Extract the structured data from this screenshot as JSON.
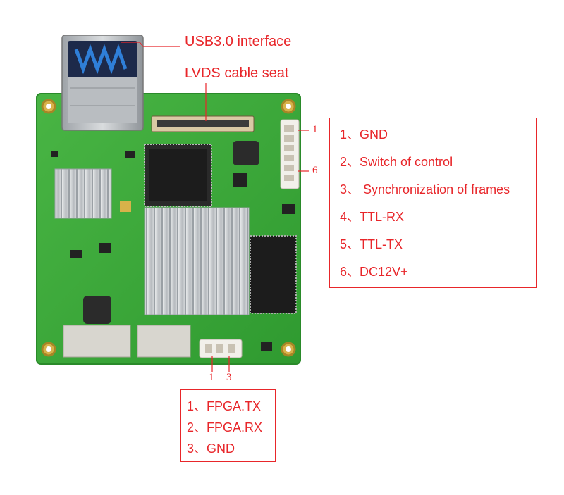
{
  "callouts": {
    "usb": "USB3.0 interface",
    "lvds": "LVDS cable seat"
  },
  "right_connector": {
    "pin_first": "1",
    "pin_last": "6",
    "pins": [
      "1、GND",
      "2、Switch of control",
      "3、 Synchronization of frames",
      "4、TTL-RX",
      "5、TTL-TX",
      "6、DC12V+"
    ]
  },
  "bottom_connector": {
    "pin_first": "1",
    "pin_last": "3",
    "pins": [
      "1、FPGA.TX",
      "2、FPGA.RX",
      "3、GND"
    ]
  },
  "colors": {
    "accent": "#e8262a",
    "pcb": "#3fae3a",
    "heatsink": "#c9ccd0"
  }
}
